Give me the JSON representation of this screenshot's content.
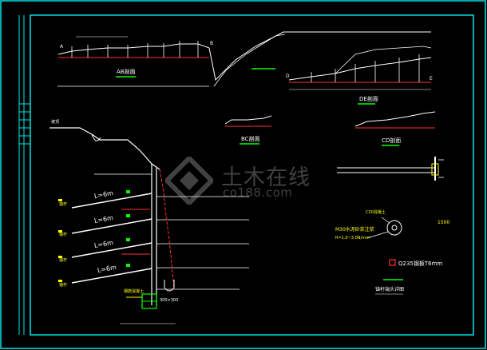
{
  "labels": {
    "anchor_len_1": "L=6m",
    "anchor_len_2": "L=6m",
    "anchor_len_3": "L=6m",
    "anchor_len_4": "L=6m",
    "grade_label": "C20混凝土",
    "mortar_ratio": "M30水泥砂浆注浆",
    "steel_plate": "Q235钢板T6mm",
    "section_ab": "AB剖面",
    "section_bc": "BC剖面",
    "section_de": "DE剖面",
    "section_cd": "CD剖面",
    "detail_title": "锚杆端头详图",
    "left_title": "坡顶",
    "cap_note": "300×300",
    "strength": "R=1.0~3.0N/mm²",
    "dim_1500": "1500",
    "pt_a": "A",
    "pt_b": "B",
    "pt_e": "E",
    "pt_d": "D",
    "anchor_tag": "锚杆",
    "rebar_note": "钢筋混凝土"
  },
  "watermark": {
    "cn": "土木在线",
    "en": "co188.com"
  },
  "colors": {
    "frame": "#00e6e6",
    "line_white": "#ffffff",
    "line_red": "#ff3030",
    "line_yellow": "#ffff00",
    "line_green": "#00ff00",
    "line_magenta": "#ff40ff",
    "line_cyan": "#00ffff"
  }
}
